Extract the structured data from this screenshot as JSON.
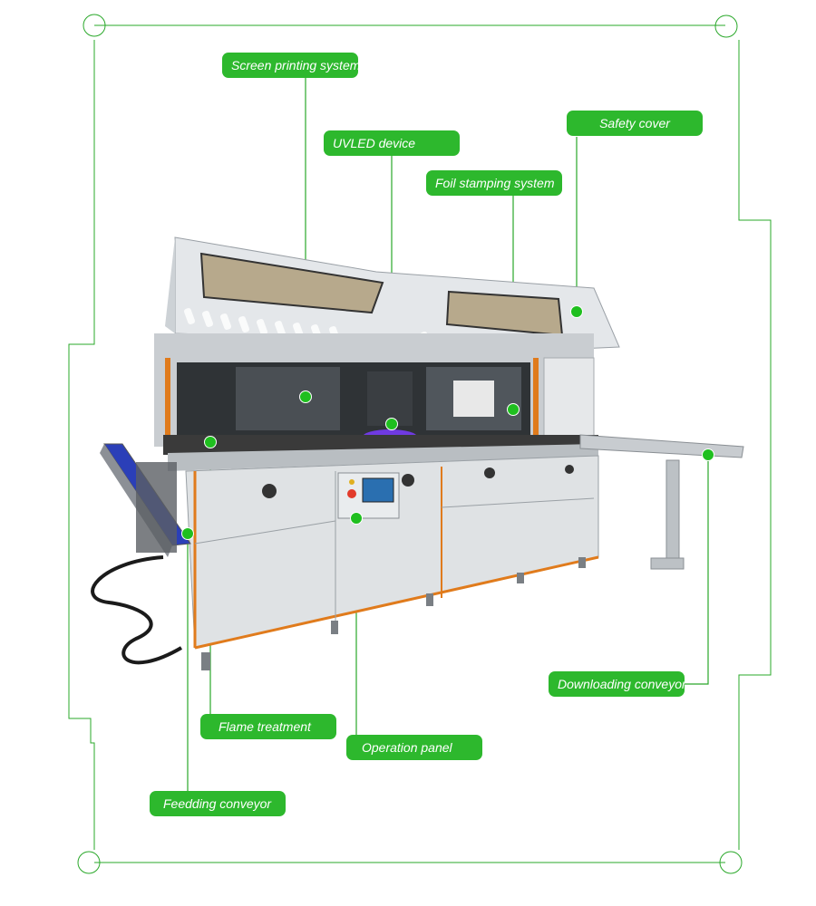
{
  "colors": {
    "accent": "#2db82d",
    "frame": "#2aa82a",
    "label_text": "#ffffff"
  },
  "labels": {
    "screen_printing": "Screen printing system",
    "uvled": "UVLED device",
    "safety_cover": "Safety cover",
    "foil_stamping": "Foil stamping system",
    "downloading_conveyor": "Downloading conveyor",
    "flame_treatment": "Flame treatment",
    "operation_panel": "Operation panel",
    "feeding_conveyor": "Feedding conveyor"
  }
}
